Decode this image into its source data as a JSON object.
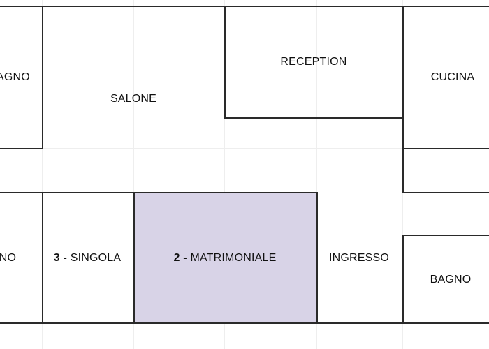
{
  "rooms": {
    "bagno_top_left": {
      "label": "AGNO"
    },
    "salone": {
      "label": "SALONE"
    },
    "reception": {
      "label": "RECEPTION"
    },
    "cucina": {
      "label": "CUCINA"
    },
    "bottom_left": {
      "label": "NO"
    },
    "singola": {
      "number": "3",
      "separator": " - ",
      "label": "SINGOLA"
    },
    "matrimoniale": {
      "number": "2",
      "separator": " - ",
      "label": "MATRIMONIALE"
    },
    "ingresso": {
      "label": "INGRESSO"
    },
    "bagno_bottom_right": {
      "label": "BAGNO"
    }
  },
  "colors": {
    "highlight_room": "#d8d3e7",
    "walls": "#2a2a2a",
    "grid": "#eeeeee",
    "background": "#ffffff"
  }
}
